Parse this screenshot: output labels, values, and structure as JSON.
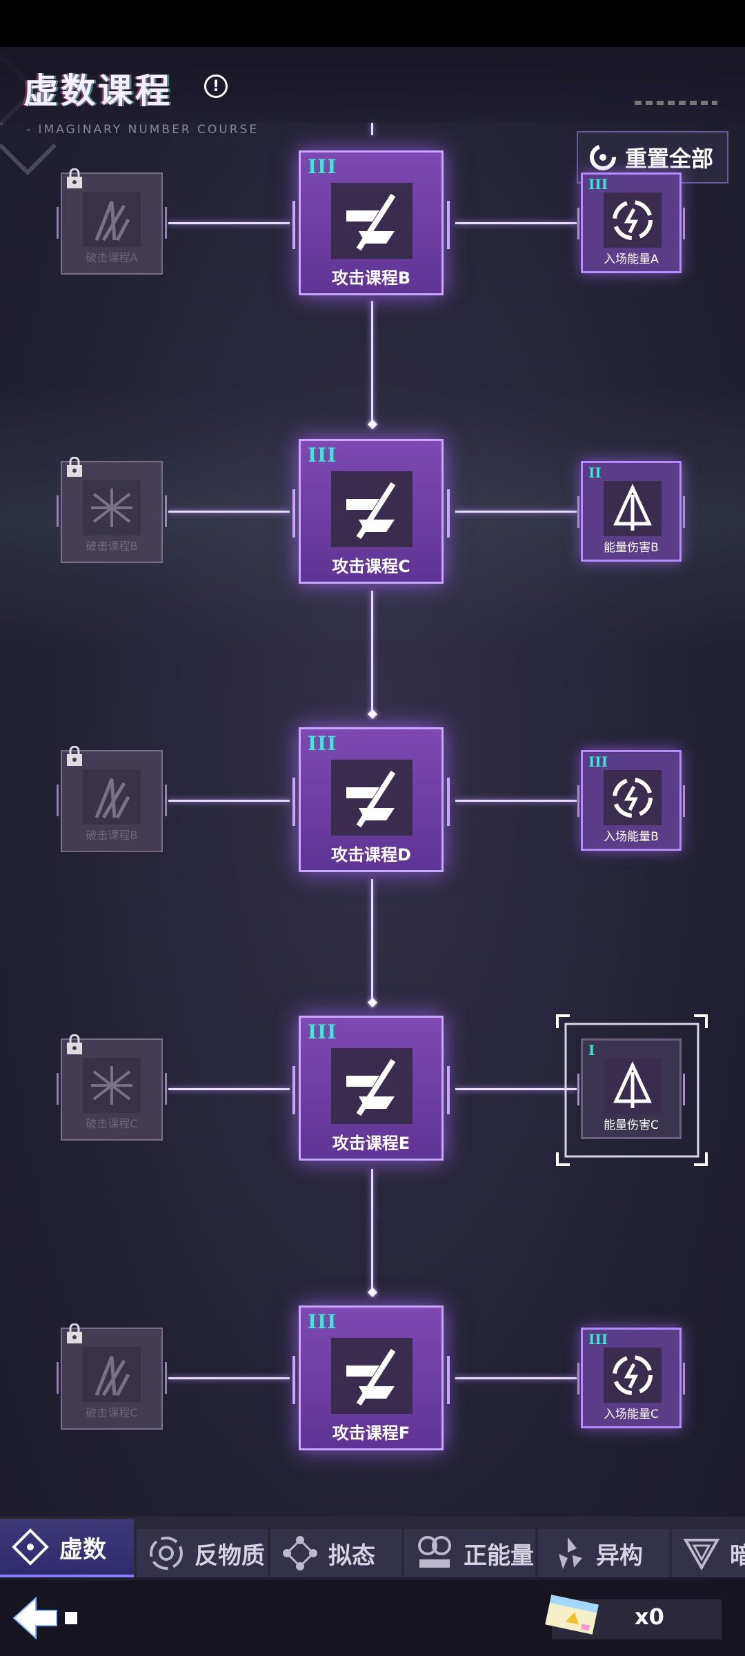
{
  "header": {
    "title": "虚数课程",
    "subtitle": "- IMAGINARY NUMBER COURSE",
    "reset_label": "重置全部"
  },
  "main_nodes": [
    {
      "level": "III",
      "name": "攻击课程B"
    },
    {
      "level": "III",
      "name": "攻击课程C"
    },
    {
      "level": "III",
      "name": "攻击课程D"
    },
    {
      "level": "III",
      "name": "攻击课程E"
    },
    {
      "level": "III",
      "name": "攻击课程F"
    }
  ],
  "right_nodes": [
    {
      "level": "III",
      "name": "入场能量A",
      "icon": "energy-swirl-icon"
    },
    {
      "level": "II",
      "name": "能量伤害B",
      "icon": "energy-spike-icon"
    },
    {
      "level": "III",
      "name": "入场能量B",
      "icon": "energy-swirl-icon"
    },
    {
      "level": "I",
      "name": "能量伤害C",
      "icon": "energy-spike-icon",
      "selected": true
    },
    {
      "level": "III",
      "name": "入场能量C",
      "icon": "energy-swirl-icon"
    }
  ],
  "left_nodes": [
    {
      "name": "破击课程A",
      "locked": true
    },
    {
      "name": "破击课程B",
      "locked": true
    },
    {
      "name": "破击课程B",
      "locked": true
    },
    {
      "name": "破击课程C",
      "locked": true
    },
    {
      "name": "破击课程C",
      "locked": true
    }
  ],
  "tabs": [
    {
      "label": "虚数",
      "active": true
    },
    {
      "label": "反物质"
    },
    {
      "label": "拟态"
    },
    {
      "label": "正能量"
    },
    {
      "label": "异构"
    },
    {
      "label": "暗"
    }
  ],
  "footer": {
    "ticket_count": "x0"
  },
  "colors": {
    "accent": "#7e49b0",
    "level_text": "#3fe6d4",
    "background": "#232236"
  }
}
